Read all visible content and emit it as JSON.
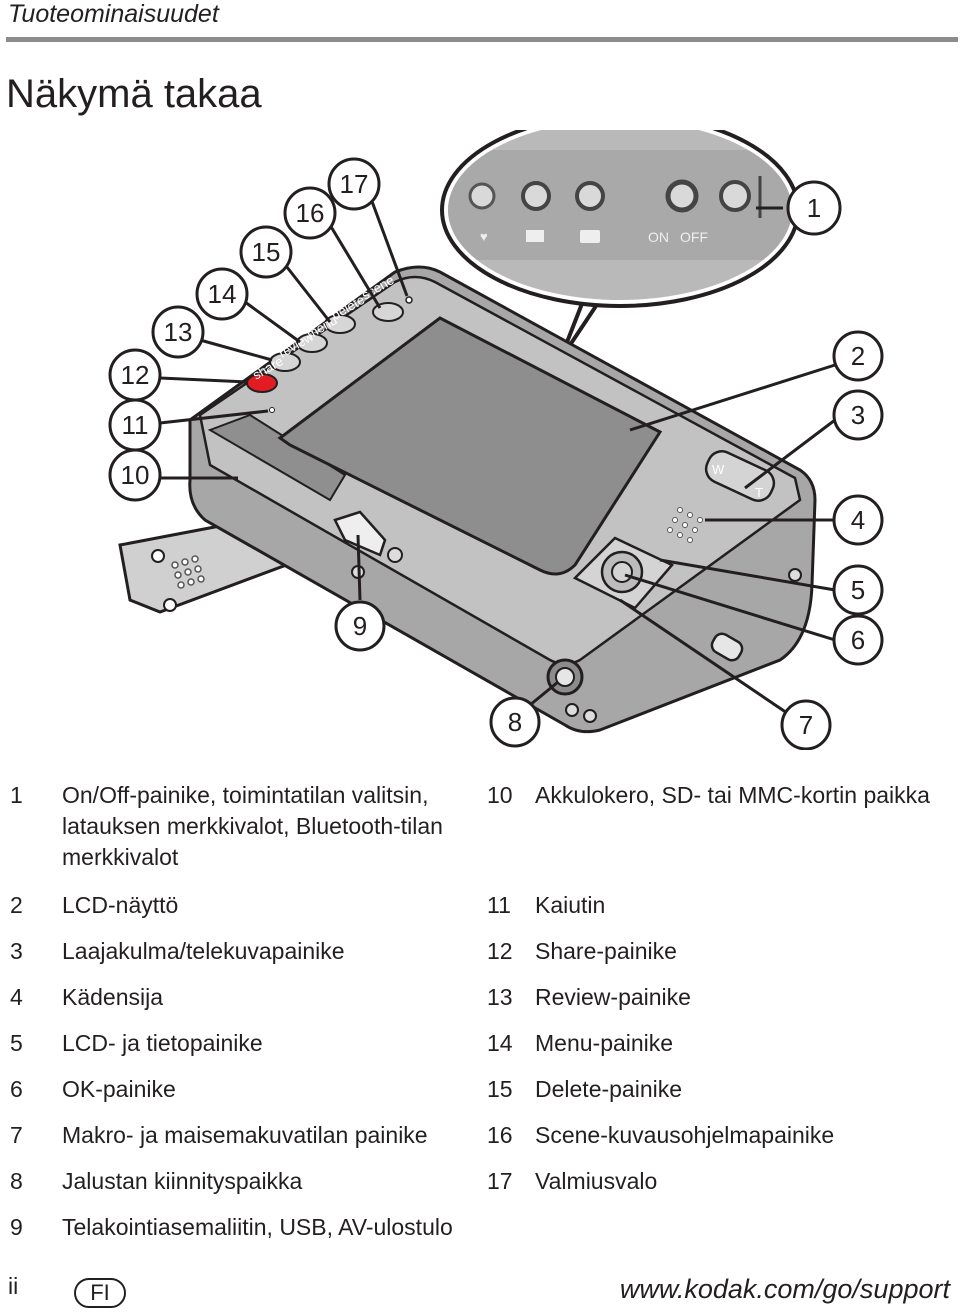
{
  "header": {
    "section": "Tuoteominaisuudet",
    "title": "Näkymä takaa"
  },
  "figure": {
    "callouts": [
      "1",
      "2",
      "3",
      "4",
      "5",
      "6",
      "7",
      "8",
      "9",
      "10",
      "11",
      "12",
      "13",
      "14",
      "15",
      "16",
      "17"
    ],
    "camera_buttons": [
      "scene",
      "delete",
      "menu",
      "review",
      "share"
    ],
    "mode_switch": {
      "on": "ON",
      "off": "OFF"
    },
    "zoom_buttons": {
      "wide": "W",
      "tele": "T"
    }
  },
  "legend": {
    "left": [
      {
        "num": "1",
        "text": "On/Off-painike, toimintatilan valitsin, latauksen merkkivalot, Bluetooth-tilan merkkivalot"
      },
      {
        "num": "2",
        "text": "LCD-näyttö"
      },
      {
        "num": "3",
        "text": "Laajakulma/telekuvapainike"
      },
      {
        "num": "4",
        "text": "Kädensija"
      },
      {
        "num": "5",
        "text": "LCD- ja tietopainike"
      },
      {
        "num": "6",
        "text": "OK-painike"
      },
      {
        "num": "7",
        "text": "Makro- ja maisemakuvatilan painike"
      },
      {
        "num": "8",
        "text": "Jalustan kiinnityspaikka"
      },
      {
        "num": "9",
        "text": "Telakointiasemaliitin, USB, AV-ulostulo"
      }
    ],
    "right": [
      {
        "num": "10",
        "text": "Akkulokero, SD- tai MMC-kortin paikka"
      },
      {
        "num": "11",
        "text": "Kaiutin"
      },
      {
        "num": "12",
        "text": "Share-painike"
      },
      {
        "num": "13",
        "text": "Review-painike"
      },
      {
        "num": "14",
        "text": "Menu-painike"
      },
      {
        "num": "15",
        "text": "Delete-painike"
      },
      {
        "num": "16",
        "text": "Scene-kuvausohjelmapainike"
      },
      {
        "num": "17",
        "text": "Valmiusvalo"
      }
    ]
  },
  "footer": {
    "page": "ii",
    "lang": "FI",
    "url": "www.kodak.com/go/support"
  }
}
